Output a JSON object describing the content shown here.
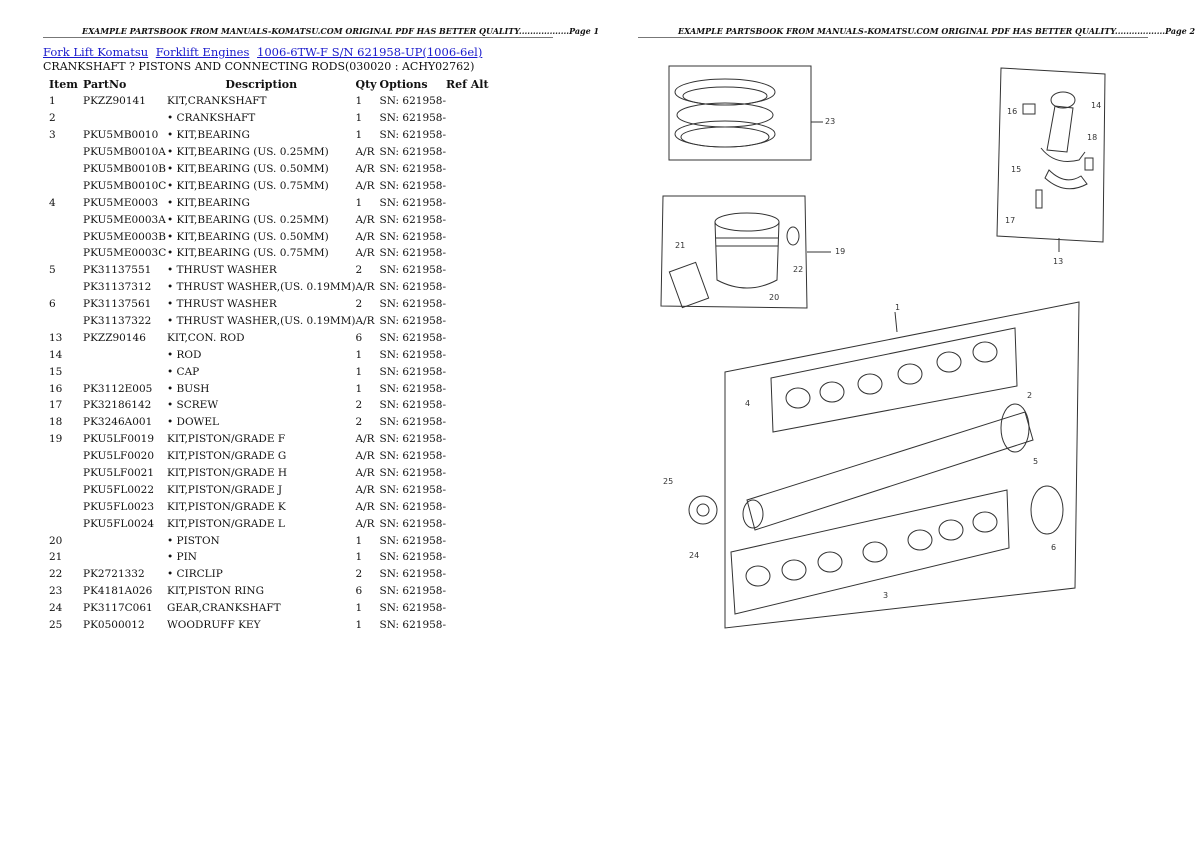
{
  "header": {
    "page1": "EXAMPLE PARTSBOOK FROM MANUALS-KOMATSU.COM ORIGINAL PDF HAS BETTER QUALITY..................Page 1",
    "page2": "EXAMPLE PARTSBOOK FROM MANUALS-KOMATSU.COM ORIGINAL PDF HAS BETTER QUALITY..................Page 2"
  },
  "breadcrumb": {
    "items": [
      "Fork Lift Komatsu",
      "Forklift Engines",
      "1006-6TW-F S/N 621958-UP(1006-6el)"
    ]
  },
  "section_title": "CRANKSHAFT ? PISTONS AND CONNECTING RODS(030020 : ACHY02762)",
  "table": {
    "headers": {
      "item": "Item",
      "part": "PartNo",
      "desc": "Description",
      "qty": "Qty",
      "opt": "Options",
      "ref": "Ref Alt"
    },
    "rows": [
      {
        "item": "1",
        "part": "PKZZ90141",
        "desc": "KIT,CRANKSHAFT",
        "qty": "1",
        "opt": "SN: 621958-"
      },
      {
        "item": "2",
        "part": "",
        "desc": "• CRANKSHAFT",
        "qty": "1",
        "opt": "SN: 621958-"
      },
      {
        "item": "3",
        "part": "PKU5MB0010",
        "desc": "• KIT,BEARING",
        "qty": "1",
        "opt": "SN: 621958-"
      },
      {
        "item": "",
        "part": "PKU5MB0010A",
        "desc": "• KIT,BEARING (US. 0.25MM)",
        "qty": "A/R",
        "opt": "SN: 621958-"
      },
      {
        "item": "",
        "part": "PKU5MB0010B",
        "desc": "• KIT,BEARING (US. 0.50MM)",
        "qty": "A/R",
        "opt": "SN: 621958-"
      },
      {
        "item": "",
        "part": "PKU5MB0010C",
        "desc": "• KIT,BEARING (US. 0.75MM)",
        "qty": "A/R",
        "opt": "SN: 621958-"
      },
      {
        "item": "4",
        "part": "PKU5ME0003",
        "desc": "• KIT,BEARING",
        "qty": "1",
        "opt": "SN: 621958-"
      },
      {
        "item": "",
        "part": "PKU5ME0003A",
        "desc": "• KIT,BEARING (US. 0.25MM)",
        "qty": "A/R",
        "opt": "SN: 621958-"
      },
      {
        "item": "",
        "part": "PKU5ME0003B",
        "desc": "• KIT,BEARING (US. 0.50MM)",
        "qty": "A/R",
        "opt": "SN: 621958-"
      },
      {
        "item": "",
        "part": "PKU5ME0003C",
        "desc": "• KIT,BEARING (US. 0.75MM)",
        "qty": "A/R",
        "opt": "SN: 621958-"
      },
      {
        "item": "5",
        "part": "PK31137551",
        "desc": "• THRUST WASHER",
        "qty": "2",
        "opt": "SN: 621958-"
      },
      {
        "item": "",
        "part": "PK31137312",
        "desc": "• THRUST WASHER,(US. 0.19MM)",
        "qty": "A/R",
        "opt": "SN: 621958-"
      },
      {
        "item": "6",
        "part": "PK31137561",
        "desc": "• THRUST WASHER",
        "qty": "2",
        "opt": "SN: 621958-"
      },
      {
        "item": "",
        "part": "PK31137322",
        "desc": "• THRUST WASHER,(US. 0.19MM)",
        "qty": "A/R",
        "opt": "SN: 621958-"
      },
      {
        "item": "13",
        "part": "PKZZ90146",
        "desc": "KIT,CON. ROD",
        "qty": "6",
        "opt": "SN: 621958-"
      },
      {
        "item": "14",
        "part": "",
        "desc": "• ROD",
        "qty": "1",
        "opt": "SN: 621958-"
      },
      {
        "item": "15",
        "part": "",
        "desc": "• CAP",
        "qty": "1",
        "opt": "SN: 621958-"
      },
      {
        "item": "16",
        "part": "PK3112E005",
        "desc": "• BUSH",
        "qty": "1",
        "opt": "SN: 621958-"
      },
      {
        "item": "17",
        "part": "PK32186142",
        "desc": "• SCREW",
        "qty": "2",
        "opt": "SN: 621958-"
      },
      {
        "item": "18",
        "part": "PK3246A001",
        "desc": "• DOWEL",
        "qty": "2",
        "opt": "SN: 621958-"
      },
      {
        "item": "19",
        "part": "PKU5LF0019",
        "desc": "KIT,PISTON/GRADE F",
        "qty": "A/R",
        "opt": "SN: 621958-"
      },
      {
        "item": "",
        "part": "PKU5LF0020",
        "desc": "KIT,PISTON/GRADE G",
        "qty": "A/R",
        "opt": "SN: 621958-"
      },
      {
        "item": "",
        "part": "PKU5LF0021",
        "desc": "KIT,PISTON/GRADE H",
        "qty": "A/R",
        "opt": "SN: 621958-"
      },
      {
        "item": "",
        "part": "PKU5FL0022",
        "desc": "KIT,PISTON/GRADE J",
        "qty": "A/R",
        "opt": "SN: 621958-"
      },
      {
        "item": "",
        "part": "PKU5FL0023",
        "desc": "KIT,PISTON/GRADE K",
        "qty": "A/R",
        "opt": "SN: 621958-"
      },
      {
        "item": "",
        "part": "PKU5FL0024",
        "desc": "KIT,PISTON/GRADE L",
        "qty": "A/R",
        "opt": "SN: 621958-"
      },
      {
        "item": "20",
        "part": "",
        "desc": "• PISTON",
        "qty": "1",
        "opt": "SN: 621958-"
      },
      {
        "item": "21",
        "part": "",
        "desc": "• PIN",
        "qty": "1",
        "opt": "SN: 621958-"
      },
      {
        "item": "22",
        "part": "PK2721332",
        "desc": "• CIRCLIP",
        "qty": "2",
        "opt": "SN: 621958-"
      },
      {
        "item": "23",
        "part": "PK4181A026",
        "desc": "KIT,PISTON RING",
        "qty": "6",
        "opt": "SN: 621958-"
      },
      {
        "item": "24",
        "part": "PK3117C061",
        "desc": "GEAR,CRANKSHAFT",
        "qty": "1",
        "opt": "SN: 621958-"
      },
      {
        "item": "25",
        "part": "PK0500012",
        "desc": "WOODRUFF KEY",
        "qty": "1",
        "opt": "SN: 621958-"
      }
    ]
  },
  "diagram": {
    "callouts": [
      "23",
      "16",
      "14",
      "18",
      "15",
      "17",
      "13",
      "21",
      "22",
      "19",
      "20",
      "1",
      "4",
      "2",
      "5",
      "25",
      "24",
      "6",
      "3"
    ]
  }
}
